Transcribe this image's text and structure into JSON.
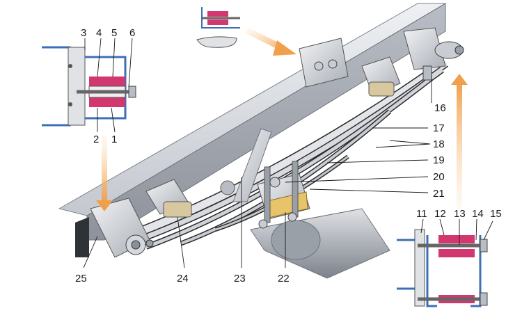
{
  "diagram": {
    "callouts": {
      "c1": "1",
      "c2": "2",
      "c3": "3",
      "c4": "4",
      "c5": "5",
      "c6": "6",
      "c11": "11",
      "c12": "12",
      "c13": "13",
      "c14": "14",
      "c15": "15",
      "c16": "16",
      "c17": "17",
      "c18": "18",
      "c19": "19",
      "c20": "20",
      "c21": "21",
      "c22": "22",
      "c23": "23",
      "c24": "24",
      "c25": "25"
    },
    "colors": {
      "frame": "#c9ccd3",
      "frame_shadow": "#8e939c",
      "spring_steel": "#d9dbe0",
      "spring_line": "#2a2a2a",
      "bracket_blue": "#3d6fb6",
      "rubber_pink": "#d2386f",
      "arrow_orange": "#f0a04b",
      "bolt": "#b8bcc4"
    },
    "icons": {
      "arrow": "orange-gradient-arrow",
      "leaf_spring": "multi-leaf-spring",
      "detail_inset": "rubber-cushion-section"
    }
  }
}
